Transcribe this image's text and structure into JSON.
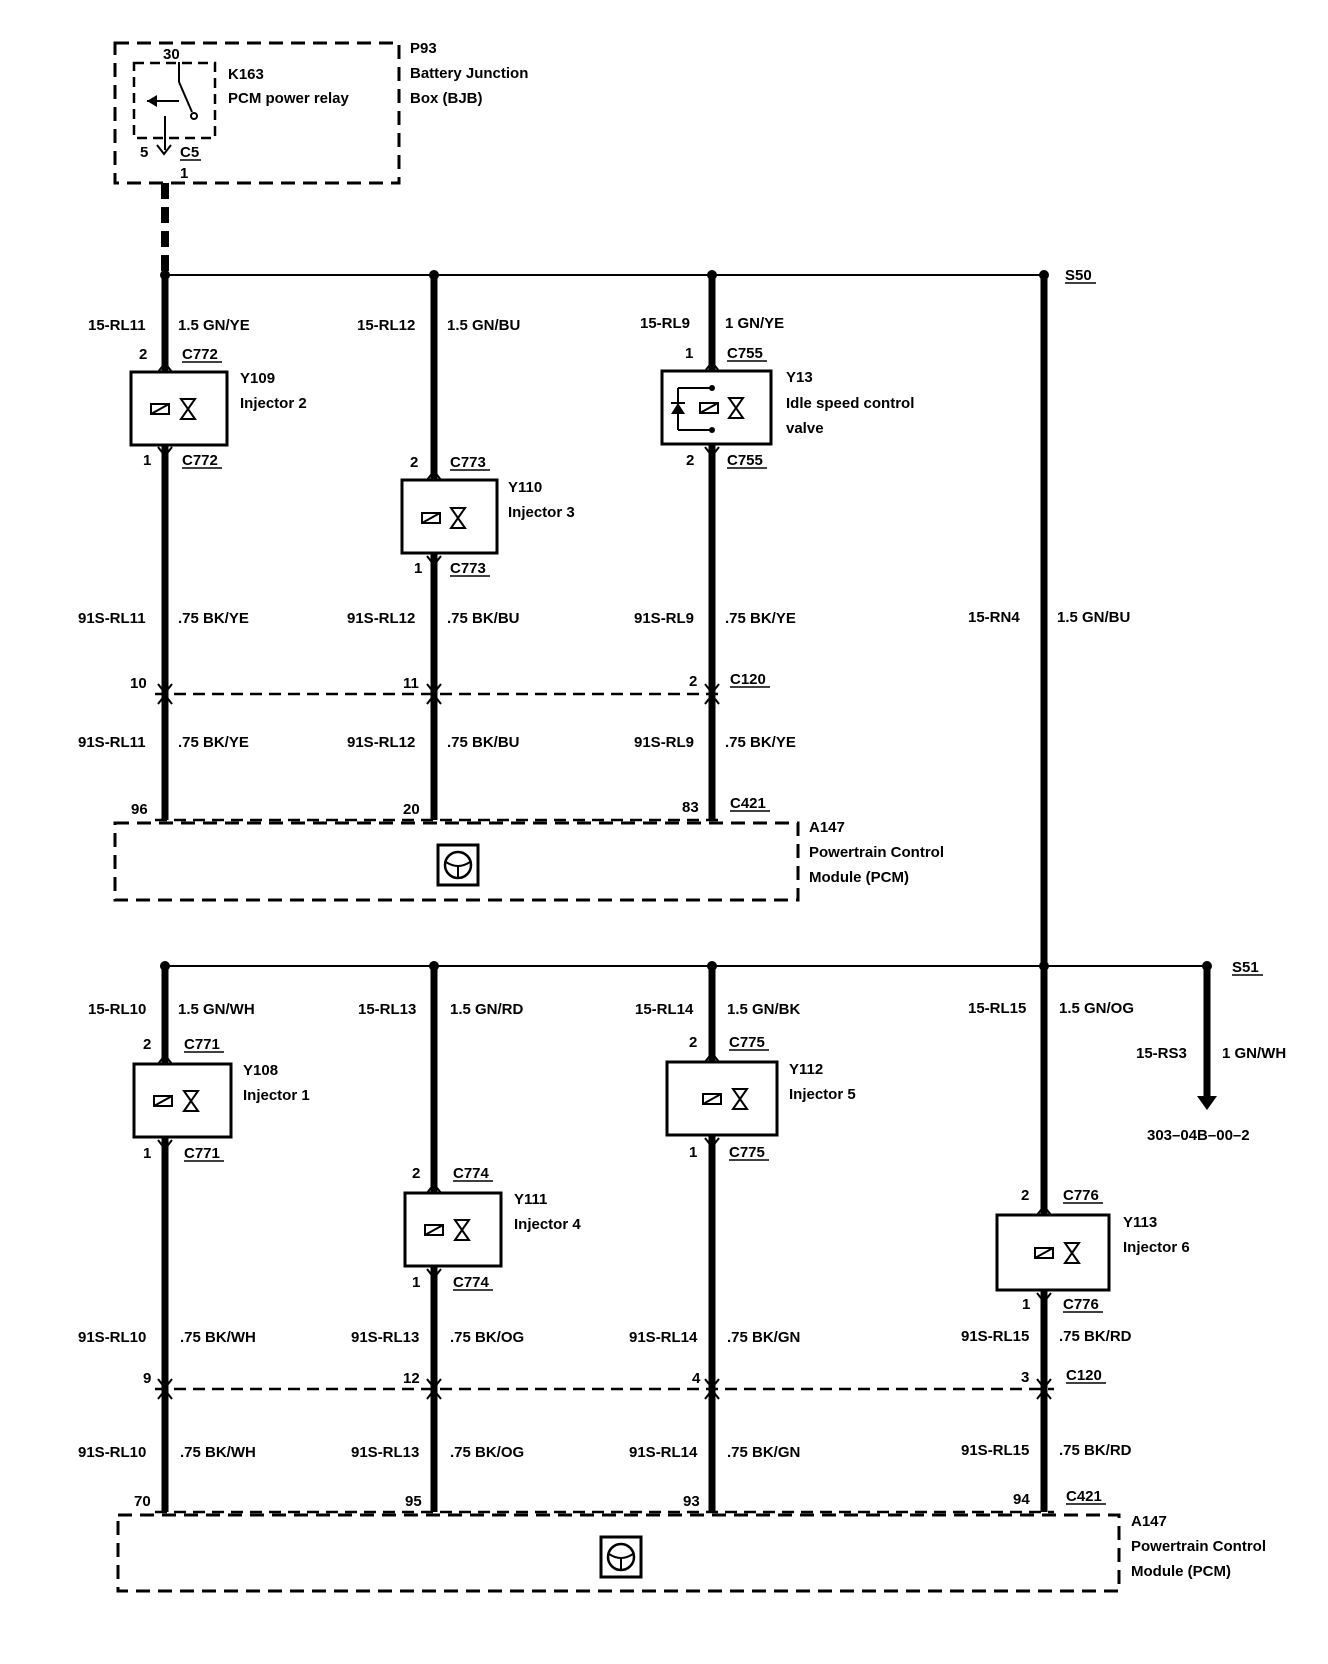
{
  "bjb": {
    "ref": "P93",
    "name1": "Battery Junction",
    "name2": "Box (BJB)"
  },
  "relay": {
    "pin_top": "30",
    "ref": "K163",
    "name": "PCM power relay",
    "pin": "5",
    "connector": "C5",
    "connector_pin": "1"
  },
  "splices": {
    "s50": "S50",
    "s51": "S51"
  },
  "top_channels": [
    {
      "circuit": "15-RL11",
      "wire": "1.5 GN/YE",
      "pin_top": "2",
      "conn": "C772",
      "ref": "Y109",
      "name": "Injector 2",
      "name2": "",
      "pin_bot": "1",
      "circuit_out": "91S-RL11",
      "wire_out": ".75 BK/YE",
      "c120_pin": "10",
      "circuit_pcm": "91S-RL11",
      "wire_pcm": ".75 BK/YE",
      "pcm_pin": "96"
    },
    {
      "circuit": "15-RL12",
      "wire": "1.5 GN/BU",
      "pin_top": "2",
      "conn": "C773",
      "ref": "Y110",
      "name": "Injector 3",
      "name2": "",
      "pin_bot": "1",
      "circuit_out": "91S-RL12",
      "wire_out": ".75 BK/BU",
      "c120_pin": "11",
      "circuit_pcm": "91S-RL12",
      "wire_pcm": ".75 BK/BU",
      "pcm_pin": "20"
    },
    {
      "circuit": "15-RL9",
      "wire": "1 GN/YE",
      "pin_top": "1",
      "conn": "C755",
      "ref": "Y13",
      "name": "Idle speed control",
      "name2": "valve",
      "pin_bot": "2",
      "circuit_out": "91S-RL9",
      "wire_out": ".75 BK/YE",
      "c120_pin": "2",
      "circuit_pcm": "91S-RL9",
      "wire_pcm": ".75 BK/YE",
      "pcm_pin": "83"
    }
  ],
  "feed": {
    "circuit": "15-RN4",
    "wire": "1.5 GN/BU"
  },
  "bottom_channels": [
    {
      "circuit": "15-RL10",
      "wire": "1.5 GN/WH",
      "pin_top": "2",
      "conn": "C771",
      "ref": "Y108",
      "name": "Injector 1",
      "pin_bot": "1",
      "circuit_out": "91S-RL10",
      "wire_out": ".75 BK/WH",
      "c120_pin": "9",
      "circuit_pcm": "91S-RL10",
      "wire_pcm": ".75 BK/WH",
      "pcm_pin": "70"
    },
    {
      "circuit": "15-RL13",
      "wire": "1.5 GN/RD",
      "pin_top": "2",
      "conn": "C774",
      "ref": "Y111",
      "name": "Injector 4",
      "pin_bot": "1",
      "circuit_out": "91S-RL13",
      "wire_out": ".75 BK/OG",
      "c120_pin": "12",
      "circuit_pcm": "91S-RL13",
      "wire_pcm": ".75 BK/OG",
      "pcm_pin": "95"
    },
    {
      "circuit": "15-RL14",
      "wire": "1.5 GN/BK",
      "pin_top": "2",
      "conn": "C775",
      "ref": "Y112",
      "name": "Injector 5",
      "pin_bot": "1",
      "circuit_out": "91S-RL14",
      "wire_out": ".75 BK/GN",
      "c120_pin": "4",
      "circuit_pcm": "91S-RL14",
      "wire_pcm": ".75 BK/GN",
      "pcm_pin": "93"
    },
    {
      "circuit": "15-RL15",
      "wire": "1.5 GN/OG",
      "pin_top": "2",
      "conn": "C776",
      "ref": "Y113",
      "name": "Injector 6",
      "pin_bot": "1",
      "circuit_out": "91S-RL15",
      "wire_out": ".75 BK/RD",
      "c120_pin": "3",
      "circuit_pcm": "91S-RL15",
      "wire_pcm": ".75 BK/RD",
      "pcm_pin": "94"
    }
  ],
  "connectors": {
    "c120": "C120",
    "c421": "C421"
  },
  "pcm": {
    "ref": "A147",
    "name1": "Powertrain Control",
    "name2": "Module (PCM)"
  },
  "branch": {
    "circuit": "15-RS3",
    "wire": "1 GN/WH",
    "target": "303–04B–00–2"
  }
}
